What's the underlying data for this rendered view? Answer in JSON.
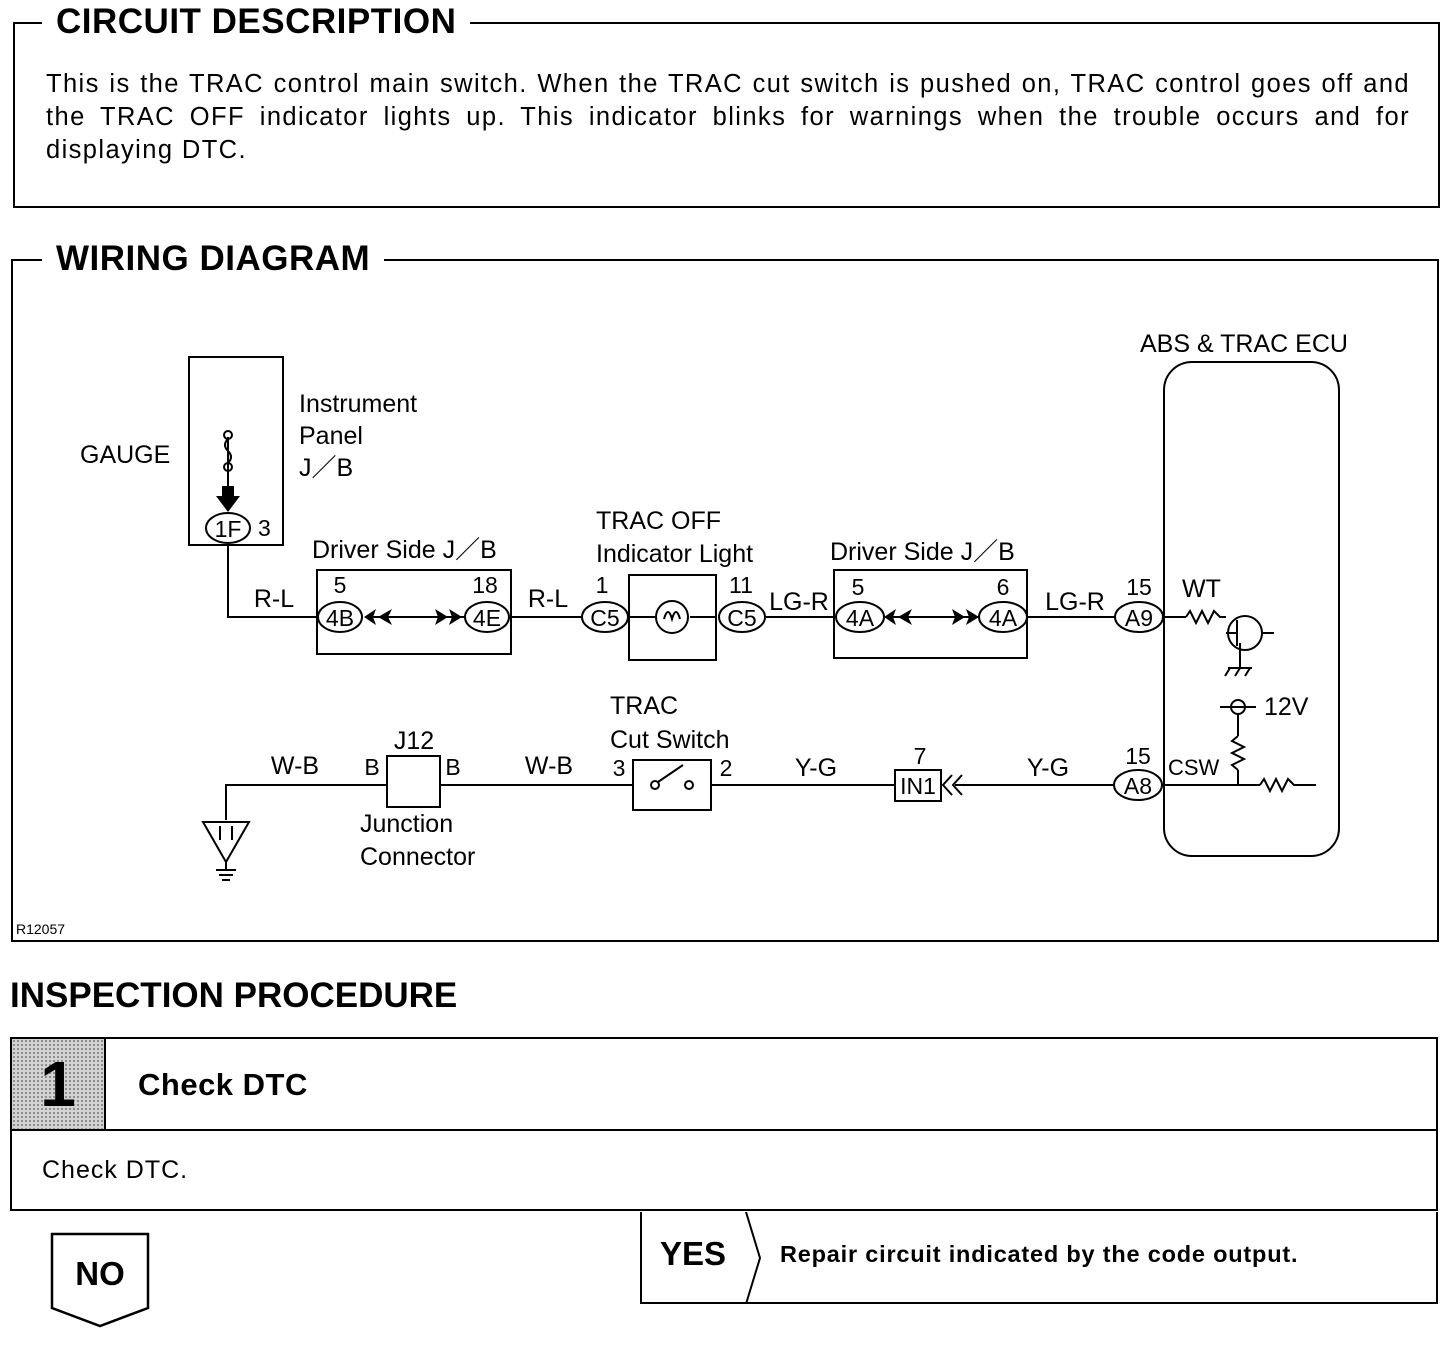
{
  "circuit_description": {
    "title": "CIRCUIT DESCRIPTION",
    "text": "This is the TRAC control main switch. When the TRAC cut switch is pushed on, TRAC control goes off and the TRAC OFF indicator lights up. This indicator blinks for warnings when the trouble occurs and for displaying DTC."
  },
  "wiring_diagram": {
    "title": "WIRING DIAGRAM",
    "figure_code": "R12057",
    "components": {
      "gauge": "GAUGE",
      "instrument_panel_jb": [
        "Instrument",
        "Panel",
        "J／B"
      ],
      "driver_side_jb": "Driver Side J／B",
      "trac_off_indicator": [
        "TRAC OFF",
        "Indicator Light"
      ],
      "abs_trac_ecu": "ABS & TRAC ECU",
      "trac_cut_switch": [
        "TRAC",
        "Cut Switch"
      ],
      "junction_connector": [
        "Junction",
        "Connector"
      ],
      "junction_connector_id": "J12"
    },
    "connectors": {
      "1F": "1F",
      "4B": "4B",
      "4E": "4E",
      "C5": "C5",
      "4A": "4A",
      "A9": "A9",
      "A8": "A8",
      "IN1": "IN1"
    },
    "pins": {
      "p_1F": "3",
      "p_4B": "5",
      "p_4E": "18",
      "p_C5_in": "1",
      "p_C5_out": "11",
      "p_4A_in": "5",
      "p_4A_out": "6",
      "p_A9": "15",
      "p_A8": "15",
      "p_IN1": "7",
      "p_sw_in": "3",
      "p_sw_out": "2",
      "p_j12_l": "B",
      "p_j12_r": "B"
    },
    "wires": {
      "rl_1": "R-L",
      "rl_2": "R-L",
      "lgr_1": "LG-R",
      "lgr_2": "LG-R",
      "wb_1": "W-B",
      "wb_2": "W-B",
      "yg_1": "Y-G",
      "yg_2": "Y-G"
    },
    "ecu_terminals": {
      "wt": "WT",
      "csw": "CSW",
      "voltage": "12V"
    }
  },
  "inspection_procedure": {
    "title": "INSPECTION PROCEDURE",
    "step_number": "1",
    "step_title": "Check DTC",
    "step_body": "Check DTC.",
    "yes_label": "YES",
    "yes_action": "Repair circuit indicated by the code output.",
    "no_label": "NO"
  }
}
